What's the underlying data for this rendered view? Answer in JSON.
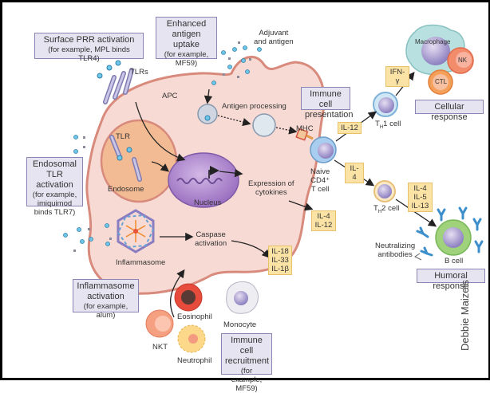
{
  "credit": "Debbie Maizels",
  "colors": {
    "apc_fill": "#f7dad3",
    "apc_border": "#d88a7c",
    "box_fill": "#e6e4f1",
    "box_border": "#8a86b3",
    "cytokine_fill": "#fbe3a5",
    "cytokine_border": "#e7c26a",
    "nucleus": "#b58fd0",
    "tcell": "#a9cdee",
    "bcell": "#9fd27a",
    "antibody": "#3d8fcb"
  },
  "boxes": {
    "surface_prr": {
      "title": "Surface PRR activation",
      "example": "(for example, MPL binds TLR4)"
    },
    "enhanced_uptake": {
      "line1": "Enhanced",
      "line2": "antigen uptake",
      "example1": "(for example,",
      "example2": "MF59)"
    },
    "endosomal": {
      "line1": "Endosomal",
      "line2": "TLR activation",
      "example1": "(for example,",
      "example2": "imiquimod",
      "example3": "binds TLR7)"
    },
    "inflammasome_act": {
      "line1": "Inflammasome",
      "line2": "activation",
      "example": "(for example, alum)"
    },
    "recruitment": {
      "line1": "Immune cell",
      "line2": "recruitment",
      "example1": "(for example,",
      "example2": "MF59)"
    },
    "presentation": {
      "line1": "Immune cell",
      "line2": "presentation"
    },
    "cellular": {
      "title": "Cellular response"
    },
    "humoral": {
      "title": "Humoral response"
    }
  },
  "cytokines": {
    "il12": "IL-12",
    "il4": "IL-4",
    "ifng": "IFN-γ",
    "th2_out": [
      "IL-4",
      "IL-5",
      "IL-13"
    ],
    "expression_out": [
      "IL-4",
      "IL-12"
    ],
    "caspase_out": [
      "IL-18",
      "IL-33",
      "IL-1β"
    ]
  },
  "labels": {
    "adjuvant": [
      "Adjuvant",
      "and antigen"
    ],
    "tlrs": "TLRs",
    "apc": "APC",
    "antigen_processing": "Antigen processing",
    "tlr": "TLR",
    "endosome": "Endosome",
    "nucleus": "Nucleus",
    "expression": [
      "Expression of",
      "cytokines"
    ],
    "caspase": [
      "Caspase",
      "activation"
    ],
    "inflammasome": "Inflammasome",
    "mhc": "MHC",
    "naive": [
      "Naive",
      "CD4⁺",
      "T cell"
    ],
    "th1": "TH1 cell",
    "th1_main": "T",
    "th1_sub": "H",
    "th1_rest": "1 cell",
    "th2_main": "T",
    "th2_sub": "H",
    "th2_rest": "2 cell",
    "macrophage": "Macrophage",
    "nk": "NK",
    "ctl": "CTL",
    "neutralizing": [
      "Neutralizing",
      "antibodies"
    ],
    "bcell": "B cell",
    "eosinophil": "Eosinophil",
    "monocyte": "Monocyte",
    "nkt": "NKT",
    "neutrophil": "Neutrophil"
  }
}
